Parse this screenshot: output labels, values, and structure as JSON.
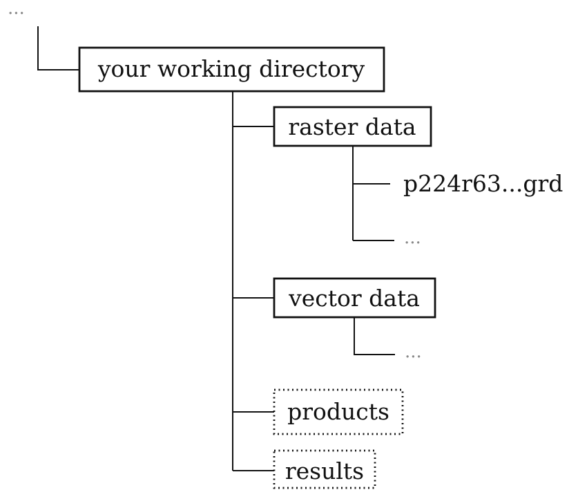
{
  "tree": {
    "parent_ellipsis": "...",
    "root": {
      "label": "your working directory"
    },
    "children": [
      {
        "label": "raster data",
        "style": "solid",
        "files": [
          {
            "label": "p224r63...grd"
          },
          {
            "label": "..."
          }
        ]
      },
      {
        "label": "vector data",
        "style": "solid",
        "files": [
          {
            "label": "..."
          }
        ]
      },
      {
        "label": "products",
        "style": "dotted"
      },
      {
        "label": "results",
        "style": "dotted"
      }
    ]
  }
}
